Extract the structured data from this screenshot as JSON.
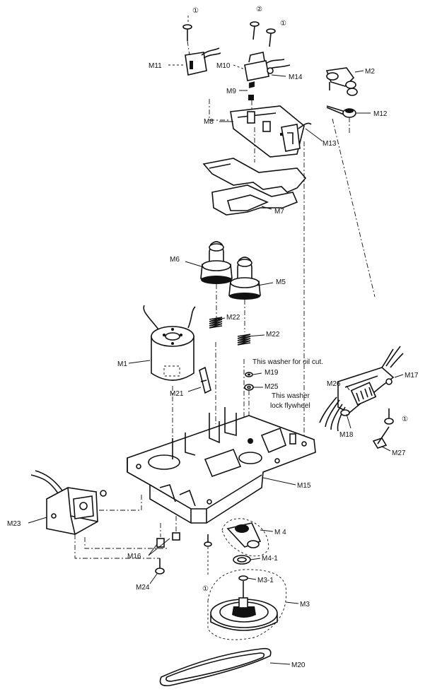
{
  "labels": {
    "m1": "M1",
    "m2": "M2",
    "m3": "M3",
    "m3_1": "M3-1",
    "m4": "M 4",
    "m4_1": "M4-1",
    "m5": "M5",
    "m6": "M6",
    "m7": "M7",
    "m8": "M8",
    "m9": "M9",
    "m10": "M10",
    "m11": "M11",
    "m12": "M12",
    "m13": "M13",
    "m14": "M14",
    "m15": "M15",
    "m16": "M16",
    "m17": "M17",
    "m18": "M18",
    "m19": "M19",
    "m20": "M20",
    "m21": "M21",
    "m22a": "M22",
    "m22b": "M22",
    "m23": "M23",
    "m24": "M24",
    "m25": "M25",
    "m26": "M26",
    "m27": "M27"
  },
  "notes": {
    "oil_cut": "This washer for oil cut.",
    "lock_line1": "This washer",
    "lock_line2": "lock flywheel"
  },
  "screw_markers": {
    "s1": "①",
    "s2": "②",
    "s3": "①",
    "s4": "①",
    "s5": "①"
  }
}
